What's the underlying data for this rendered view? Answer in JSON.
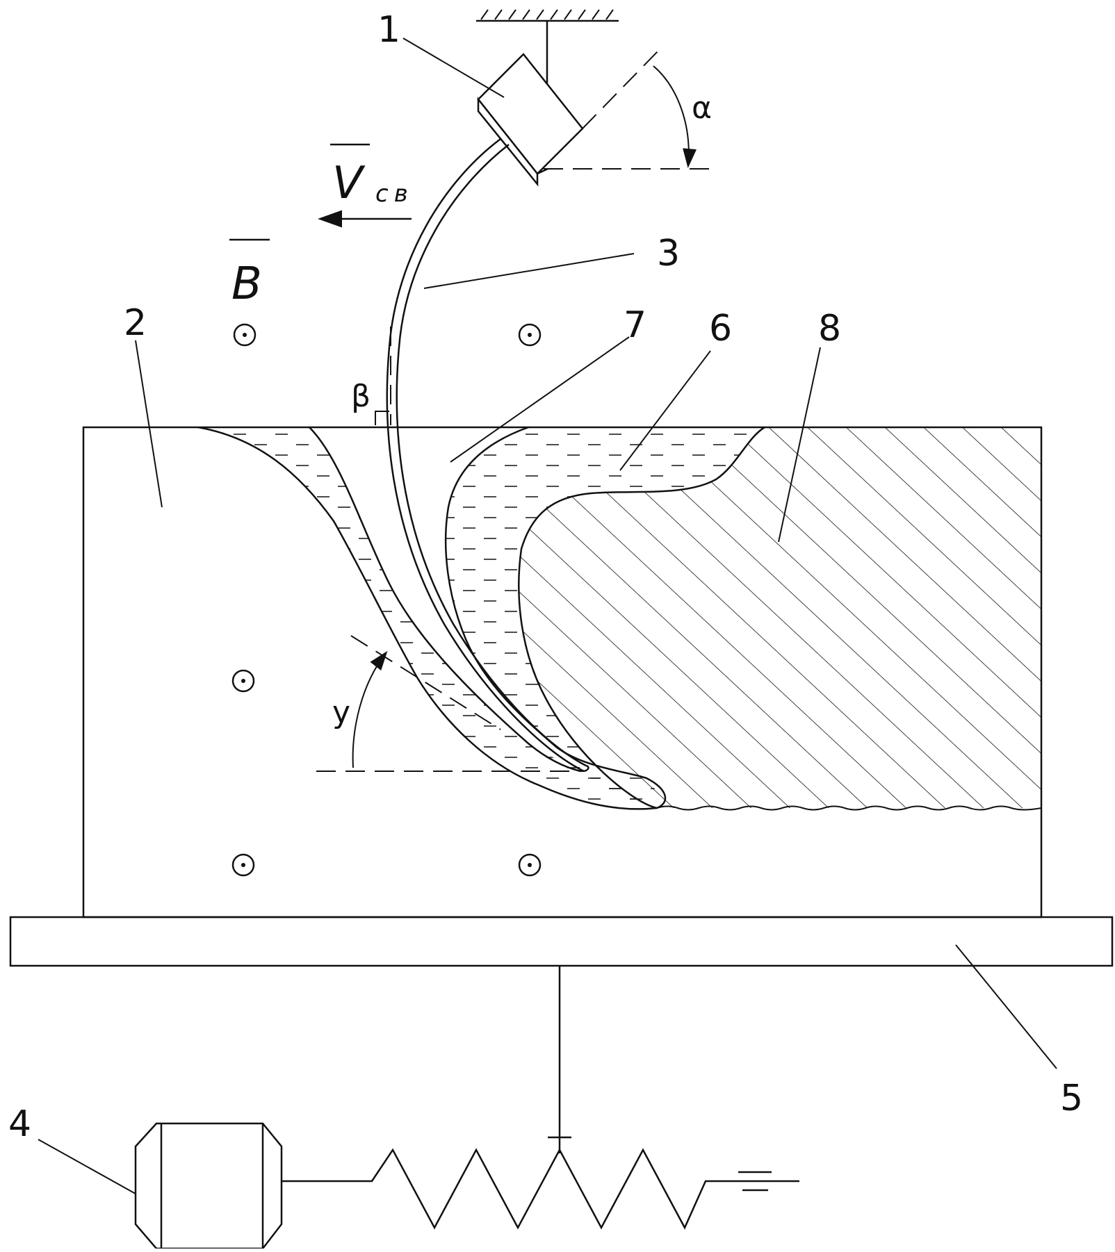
{
  "labels": {
    "torch": "1",
    "workpiece": "2",
    "arc": "3",
    "power_source": "4",
    "base_plate": "5",
    "weld_pool": "6",
    "cavity": "7",
    "weld_metal": "8"
  },
  "symbols": {
    "alpha": "α",
    "beta": "β",
    "gamma": "у",
    "velocity": "V",
    "velocity_sub": "св",
    "field": "B"
  }
}
